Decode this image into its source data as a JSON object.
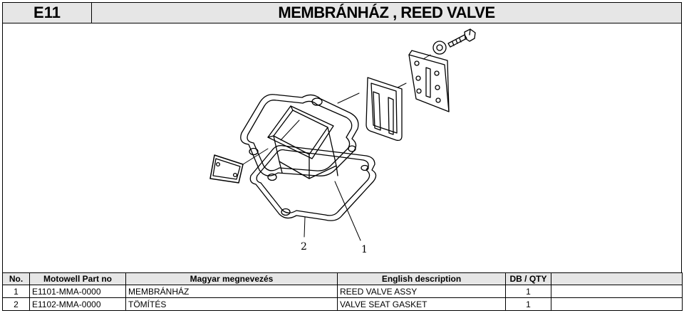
{
  "header": {
    "section_code": "E11",
    "title": "MEMBRÁNHÁZ , REED VALVE"
  },
  "drawing": {
    "callouts": [
      "1",
      "2"
    ]
  },
  "table": {
    "columns": {
      "no": "No.",
      "part_no": "Motowell Part no",
      "hu_name": "Magyar megnevezés",
      "en_desc": "English description",
      "qty": "DB / QTY"
    },
    "rows": [
      {
        "no": "1",
        "part_no": "E1101-MMA-0000",
        "hu_name": "MEMBRÁNHÁZ",
        "en_desc": "REED VALVE ASSY",
        "qty": "1"
      },
      {
        "no": "2",
        "part_no": "E1102-MMA-0000",
        "hu_name": "TÖMÍTÉS",
        "en_desc": "VALVE SEAT GASKET",
        "qty": "1"
      }
    ]
  }
}
